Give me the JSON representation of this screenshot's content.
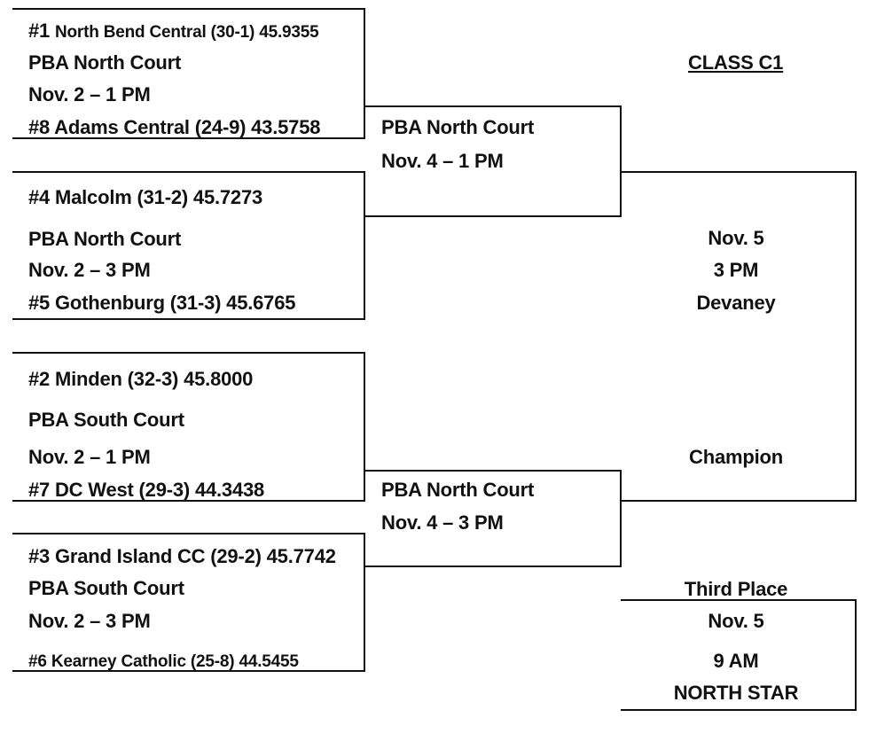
{
  "class_title": "CLASS C1",
  "first_round": [
    {
      "top_seed": "#1",
      "top_team": "North Bend Central (30-1) 45.9355",
      "court": "PBA North Court",
      "time": "Nov. 2 – 1 PM",
      "bottom": "#8 Adams Central (24-9) 43.5758"
    },
    {
      "top": "#4 Malcolm (31-2) 45.7273",
      "court": "PBA North Court",
      "time": "Nov. 2 – 3 PM",
      "bottom": "#5 Gothenburg (31-3) 45.6765"
    },
    {
      "top": "#2 Minden (32-3) 45.8000",
      "court": "PBA South Court",
      "time": "Nov. 2 – 1 PM",
      "bottom": "#7 DC West (29-3) 44.3438"
    },
    {
      "top": "#3 Grand Island CC (29-2) 45.7742",
      "court": "PBA South Court",
      "time": "Nov. 2 – 3 PM",
      "bottom": "#6 Kearney Catholic (25-8) 44.5455"
    }
  ],
  "semifinals": [
    {
      "court": "PBA North Court",
      "time": "Nov. 4 – 1 PM"
    },
    {
      "court": "PBA North Court",
      "time": "Nov. 4 – 3 PM"
    }
  ],
  "final": {
    "date": "Nov. 5",
    "time": "3 PM",
    "venue": "Devaney",
    "label": "Champion"
  },
  "third_place": {
    "label": "Third Place",
    "date": "Nov. 5",
    "time": "9 AM",
    "venue": "NORTH STAR"
  }
}
